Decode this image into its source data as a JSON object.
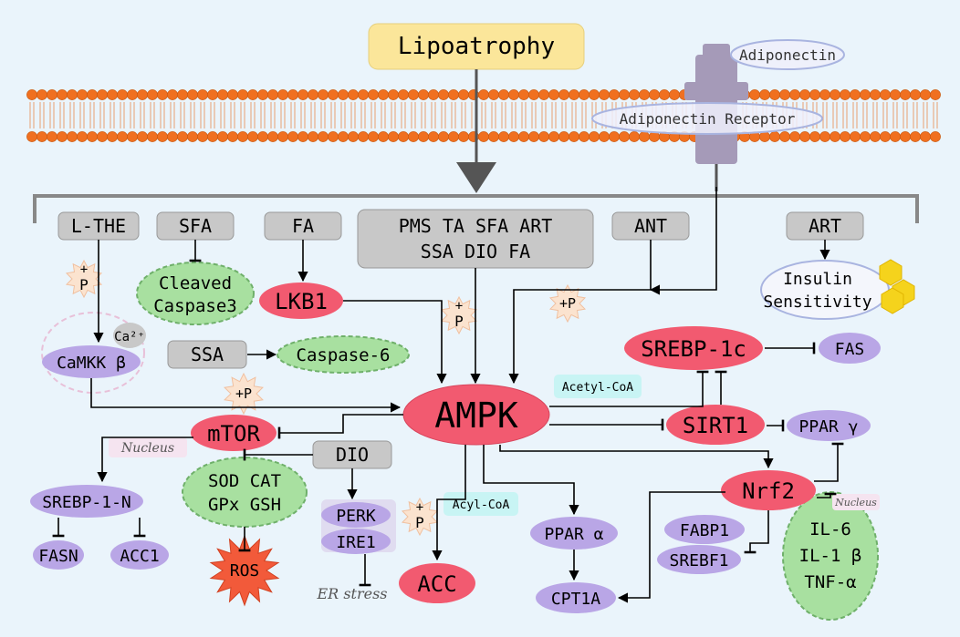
{
  "title": "Lipoatrophy",
  "receptor": {
    "ligand": "Adiponectin",
    "receptor": "Adiponectin Receptor"
  },
  "treatments": {
    "lthe": "L-THE",
    "sfa": "SFA",
    "fa": "FA",
    "group_line1": "PMS TA SFA ART",
    "group_line2": "SSA DIO FA",
    "ant": "ANT",
    "art": "ART",
    "ssa": "SSA",
    "dio": "DIO"
  },
  "nodes": {
    "ampk": "AMPK",
    "lkb1": "LKB1",
    "camkk": "CaMKK β",
    "ca": "Ca²⁺",
    "cleaved1": "Cleaved",
    "cleaved2": "Caspase3",
    "caspase6": "Caspase-6",
    "mtor": "mTOR",
    "srebp1n": "SREBP-1-N",
    "fasn": "FASN",
    "acc1": "ACC1",
    "sod_line1": "SOD CAT",
    "sod_line2": "GPx GSH",
    "ros": "ROS",
    "perk": "PERK",
    "ire1": "IRE1",
    "er_stress": "ER stress",
    "acc": "ACC",
    "ppara": "PPAR α",
    "cpt1a": "CPT1A",
    "srebp1c": "SREBP-1c",
    "fas": "FAS",
    "sirt1": "SIRT1",
    "pparg": "PPAR γ",
    "nrf2": "Nrf2",
    "fabp1": "FABP1",
    "srebf1": "SREBF1",
    "il6": "IL-6",
    "il1b": "IL-1 β",
    "tnfa": "TNF-α",
    "insulin1": "Insulin",
    "insulin2": "Sensitivity"
  },
  "labels": {
    "plus_p": "+P",
    "plus": "+",
    "p": "P",
    "nucleus": "Nucleus",
    "acetyl_coa": "Acetyl-CoA",
    "acyl_coa": "Acyl-CoA"
  },
  "colors": {
    "background": "#eaf4fb",
    "membrane_head": "#f07020",
    "treatment_box": "#c8c8c8",
    "red_node": "#f25a70",
    "purple_node": "#b9a6e6",
    "green_node": "#a8e0a0",
    "cyan_box": "#c8f4f4",
    "title_box": "#fbe69a"
  }
}
